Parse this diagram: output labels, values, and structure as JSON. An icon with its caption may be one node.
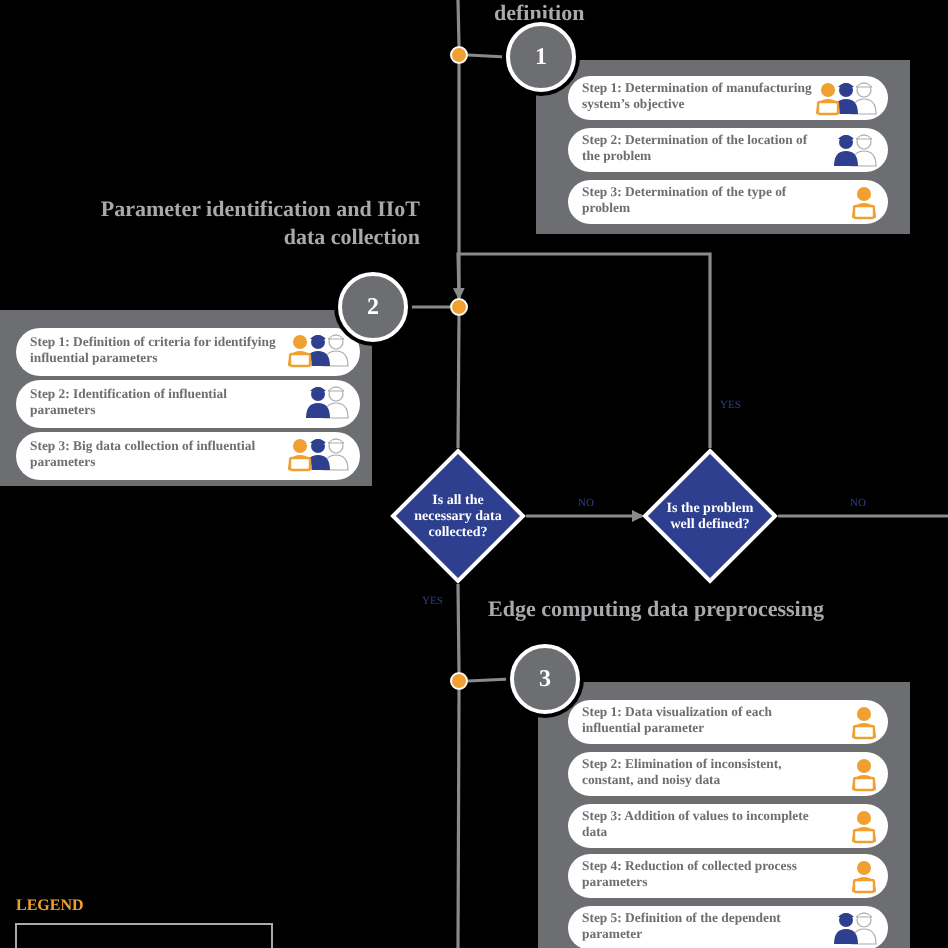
{
  "diagram": {
    "nodes": [
      {
        "text": [],
        "shape": "circle"
      },
      {
        "text": [
          "1"
        ]
      },
      {
        "text": [],
        "shape": "box"
      },
      {
        "text": [
          "Step 1: Determination of manufacturing system’s objective"
        ],
        "in": 2
      },
      {
        "text": [
          "Step 2: Determination of the location of the problem"
        ],
        "in": 2
      },
      {
        "text": [
          "Step 3: Determination of the type of problem"
        ],
        "in": 2
      },
      {
        "text": [],
        "shape": "circle"
      },
      {
        "text": [
          "2"
        ]
      },
      {
        "text": [],
        "shape": "box"
      },
      {
        "text": [
          "Step 1: Definition of criteria for identifying influential parameters"
        ],
        "in": 8
      },
      {
        "text": [
          "Step 2: Identification of influential parameters"
        ],
        "in": 8
      },
      {
        "text": [
          "Step 3: Big data collection of influential parameters"
        ],
        "in": 8
      },
      {
        "text": [
          "Is all the necessary data collected?"
        ]
      },
      {
        "text": [
          "Is the problem well defined?"
        ]
      },
      {
        "text": [],
        "shape": "circle"
      },
      {
        "text": [
          "3"
        ]
      },
      {
        "text": [],
        "shape": "box"
      },
      {
        "text": [
          "Step 1: Data visualization of each influential parameter"
        ],
        "in": 16
      },
      {
        "text": [
          "Step 2: Elimination of inconsistent, constant, and noisy data"
        ],
        "in": 16
      },
      {
        "text": [
          "Step 3: Addition of values to incomplete data"
        ],
        "in": 16
      },
      {
        "text": [
          "Step 4: Reduction of collected process parameters"
        ],
        "in": 16
      },
      {
        "text": [
          "Step 5: Definition of the dependent parameter"
        ],
        "in": 16
      }
    ],
    "edges": [
      {
        "from": null,
        "to": 0,
        "arrow": "none"
      },
      {
        "from": 0,
        "to": 1,
        "arrow": "none"
      },
      {
        "from": 0,
        "to": 6,
        "arrow": "none"
      },
      {
        "from": 6,
        "to": 7,
        "arrow": "none"
      },
      {
        "from": 6,
        "to": 12,
        "arrow": "none"
      },
      {
        "from": 12,
        "to": 13,
        "arrow": "to",
        "label": "NO"
      },
      {
        "from": 13,
        "to": 6,
        "arrow": "to",
        "label": "YES"
      },
      {
        "from": 13,
        "to": null,
        "arrow": "none",
        "label": "NO"
      },
      {
        "from": 12,
        "to": 14,
        "arrow": "none",
        "label": "YES"
      },
      {
        "from": 14,
        "to": 15,
        "arrow": "none"
      },
      {
        "from": 14,
        "to": null,
        "arrow": "none"
      }
    ],
    "labels": [
      "definition",
      "Parameter identification and IIoT data collection",
      "Edge computing data preprocessing",
      "LEGEND"
    ]
  }
}
